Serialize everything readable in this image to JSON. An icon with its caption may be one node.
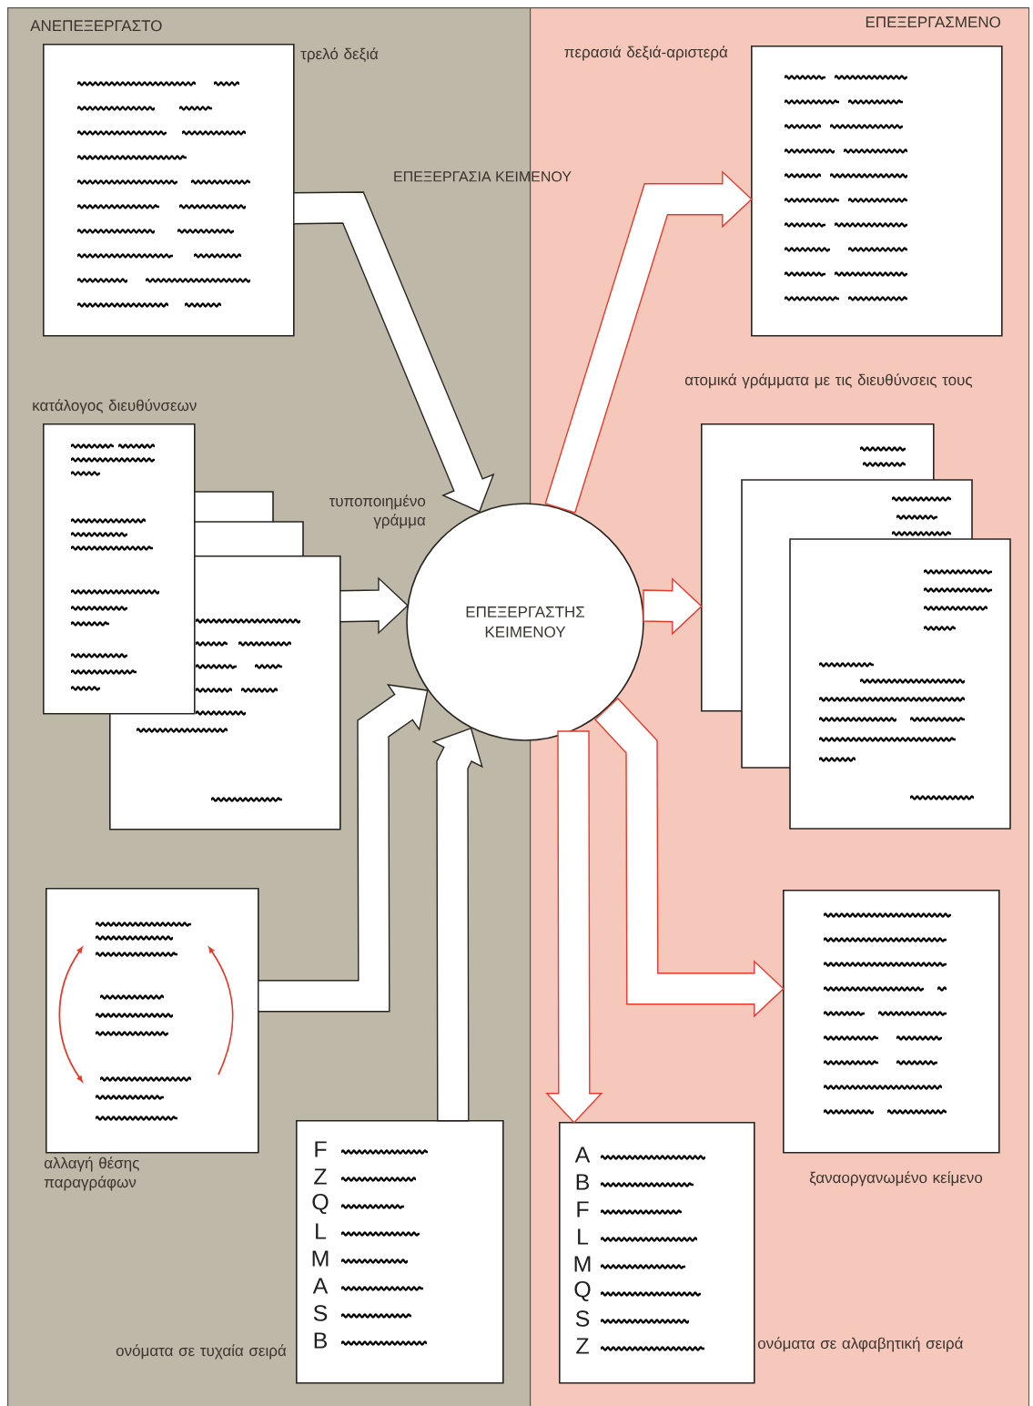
{
  "diagram": {
    "title": "ΕΠΕΞΕΡΓΑΣΙΑ ΚΕΙΜΕΝΟΥ",
    "nodes": [
      {
        "text": [
          "ΑΝΕΠΕΞΕΡΓΑΣΤΟ"
        ]
      },
      {
        "text": [
          "ΕΠΕΞΕΡΓΑΣΜΕΝΟ"
        ]
      },
      {
        "text": [
          "ΕΠΕΞΕΡΓΑΣΤΗΣ ΚΕΙΜΕΝΟΥ"
        ]
      },
      {
        "text": [
          "τρελό δεξιά"
        ],
        "in": 0
      },
      {
        "text": [
          "κατάλογος διευθύνσεων"
        ],
        "in": 0
      },
      {
        "text": [
          "τυποποιημένο γράμμα"
        ],
        "in": 0
      },
      {
        "text": [
          "αλλαγή θέσης παραγράφων"
        ],
        "in": 0
      },
      {
        "text": [
          "ονόματα σε τυχαία σειρά",
          "F",
          "Z",
          "Q",
          "L",
          "M",
          "A",
          "S",
          "B"
        ],
        "in": 0
      },
      {
        "text": [
          "περασιά δεξιά-αριστερά"
        ],
        "in": 1
      },
      {
        "text": [
          "ατομικά γράμματα με τις διευθύνσεις τους"
        ],
        "in": 1
      },
      {
        "text": [
          "ξαναοργανωμένο κείμενο"
        ],
        "in": 1
      },
      {
        "text": [
          "ονόματα σε αλφαβητική σειρά",
          "A",
          "B",
          "F",
          "L",
          "M",
          "Q",
          "S",
          "Z"
        ],
        "in": 1
      }
    ],
    "edges": [
      {
        "from": 3,
        "to": 2,
        "arrow": "to"
      },
      {
        "from": 5,
        "to": 2,
        "arrow": "to"
      },
      {
        "from": 6,
        "to": 2,
        "arrow": "to"
      },
      {
        "from": 7,
        "to": 2,
        "arrow": "to"
      },
      {
        "from": 2,
        "to": 8,
        "arrow": "to",
        "color": "#e23b2e"
      },
      {
        "from": 2,
        "to": 9,
        "arrow": "to",
        "color": "#e23b2e"
      },
      {
        "from": 2,
        "to": 10,
        "arrow": "to",
        "color": "#e23b2e"
      },
      {
        "from": 2,
        "to": 11,
        "arrow": "to",
        "color": "#e23b2e"
      }
    ]
  }
}
